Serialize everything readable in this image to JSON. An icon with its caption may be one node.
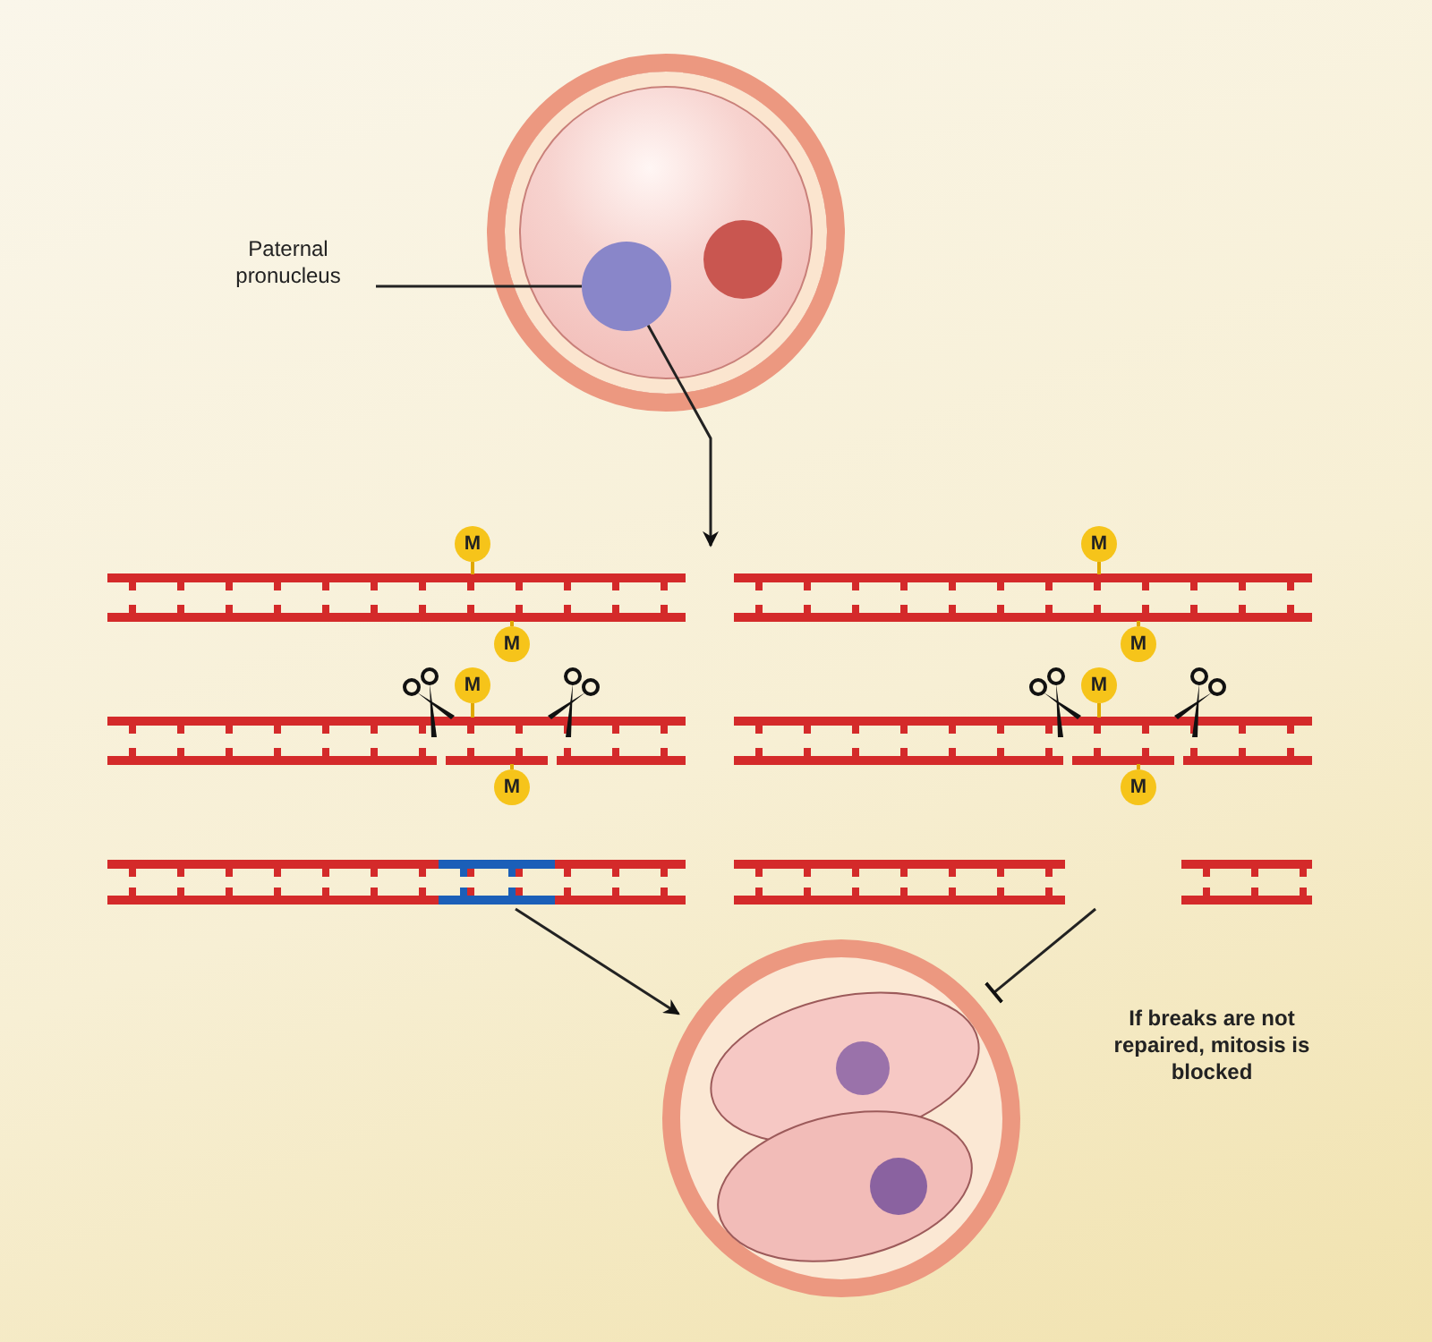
{
  "diagram": {
    "nodes": [
      {
        "text": [],
        "shape": "circle"
      },
      {
        "text": [],
        "shape": "circle",
        "in": 0
      },
      {
        "text": [],
        "shape": "circle",
        "in": 0
      },
      {
        "text": [
          "Paternal pronucleus"
        ]
      },
      {
        "text": [
          "M"
        ]
      },
      {
        "text": [
          "M"
        ]
      },
      {
        "text": [
          "M"
        ]
      },
      {
        "text": [
          "M"
        ]
      },
      {
        "text": [
          "M"
        ]
      },
      {
        "text": [
          "M"
        ]
      },
      {
        "text": [
          "M"
        ]
      },
      {
        "text": [
          "M"
        ]
      },
      {
        "text": [],
        "shape": "bar"
      },
      {
        "text": [],
        "shape": "bar"
      },
      {
        "text": [],
        "shape": "circle"
      }
    ],
    "edges": [
      {
        "from": 3,
        "to": 1,
        "arrow": "none"
      },
      {
        "from": 1,
        "to": null,
        "arrow": "to"
      },
      {
        "from": 12,
        "to": 14,
        "arrow": "to"
      },
      {
        "from": 13,
        "to": 14,
        "arrow": "other"
      }
    ],
    "labels": [
      "If breaks are not repaired, mitosis is blocked"
    ]
  }
}
